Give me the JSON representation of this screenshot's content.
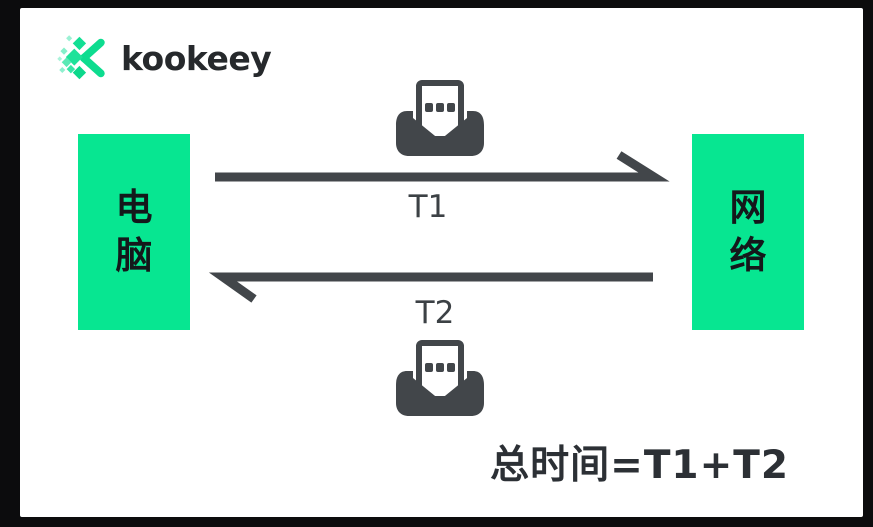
{
  "logo": {
    "brand": "kookeey"
  },
  "nodes": {
    "left": "电脑",
    "right": "网络"
  },
  "arrows": {
    "top_label": "T1",
    "bottom_label": "T2",
    "top_direction": "left-to-right",
    "bottom_direction": "right-to-left"
  },
  "formula": "总时间=T1+T2",
  "icons": {
    "logo_mark": "kookeey-diamond-k-icon",
    "top_message": "open-envelope-message-icon",
    "bottom_message": "open-envelope-message-icon"
  },
  "colors": {
    "brand_green": "#07e691",
    "dark": "#42464a",
    "frame_black": "#0c0c0d",
    "background": "#ffffff"
  }
}
